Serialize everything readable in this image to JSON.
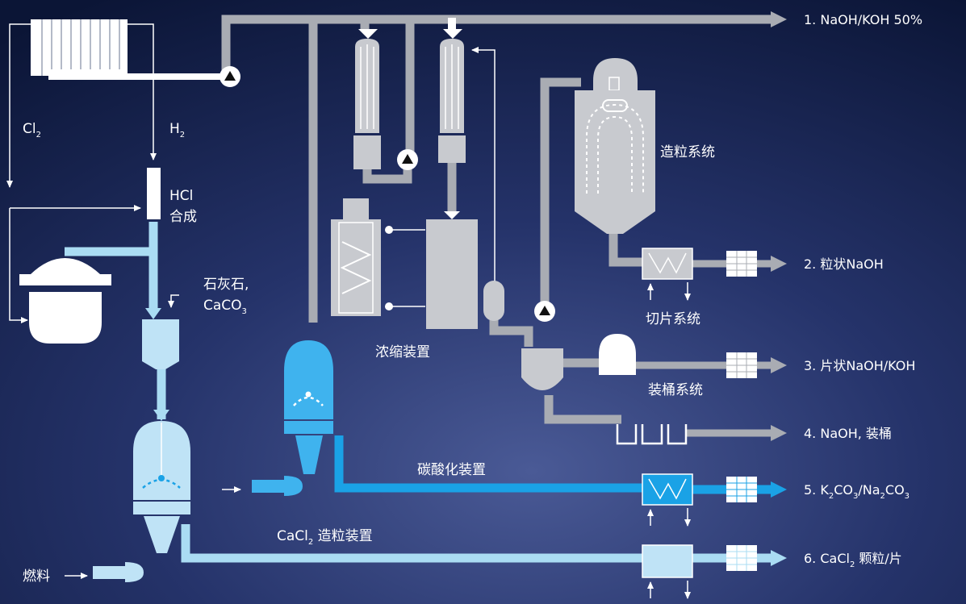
{
  "colors": {
    "background_light": "#4a5a96",
    "background_dark": "#0b1536",
    "pipe_gray": "#a9acb3",
    "pipe_light_blue": "#aadcf3",
    "pipe_blue": "#1aa2e6",
    "equipment_white": "#f2f2f2",
    "equipment_gray": "#c8cacf",
    "equipment_light_blue": "#bfe3f6",
    "equipment_blue": "#3fb3ee"
  },
  "labels": {
    "cl2_main": "Cl",
    "cl2_sub": "2",
    "h2_main": "H",
    "h2_sub": "2",
    "hcl_line1": "HCl",
    "hcl_line2": "合成",
    "limestone_line1": "石灰石,",
    "caco3_main": "CaCO",
    "caco3_sub": "3",
    "concentration": "浓缩装置",
    "granulation": "造粒系统",
    "flaker": "切片系统",
    "drumming": "装桶系统",
    "carbonation": "碳酸化装置",
    "cacl2_gran_main": "CaCl",
    "cacl2_gran_sub": "2",
    "cacl2_gran_rest": " 造粒装置",
    "fuel": "燃料"
  },
  "outputs": {
    "o1": "1. NaOH/KOH 50%",
    "o2": "2. 粒状NaOH",
    "o3": "3. 片状NaOH/KOH",
    "o4": "4. NaOH, 装桶",
    "o5_a": "5. K",
    "o5_b": "2",
    "o5_c": "CO",
    "o5_d": "3",
    "o5_e": "/Na",
    "o5_f": "2",
    "o5_g": "CO",
    "o5_h": "3",
    "o6_a": "6. CaCl",
    "o6_b": "2",
    "o6_c": " 颗粒/片"
  }
}
